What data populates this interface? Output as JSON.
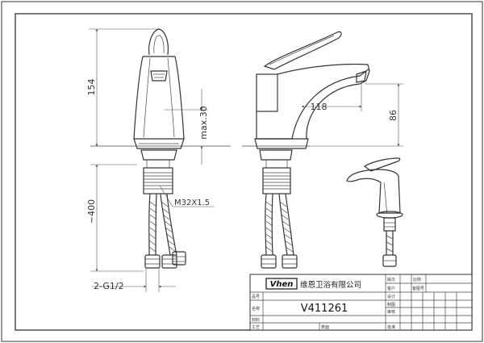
{
  "dimensions": {
    "height_top": "154",
    "max_stroke": "max.30",
    "spout_reach": "118",
    "spout_height": "86",
    "thread": "M32X1.5",
    "hose_length": "~400",
    "inlet_thread": "2-G1/2"
  },
  "title_block": {
    "brand": "Vhen",
    "company": "维恩卫浴有限公司",
    "model": "V411261",
    "labels": {
      "version": "版次",
      "scale": "比例",
      "customer": "客户",
      "customer_code": "客图号",
      "design": "设计",
      "drawing": "制图",
      "review": "审核",
      "approve": "批准",
      "material": "材料",
      "surface": "表面",
      "part_no": "品号",
      "name": "名称",
      "process": "工艺"
    }
  }
}
